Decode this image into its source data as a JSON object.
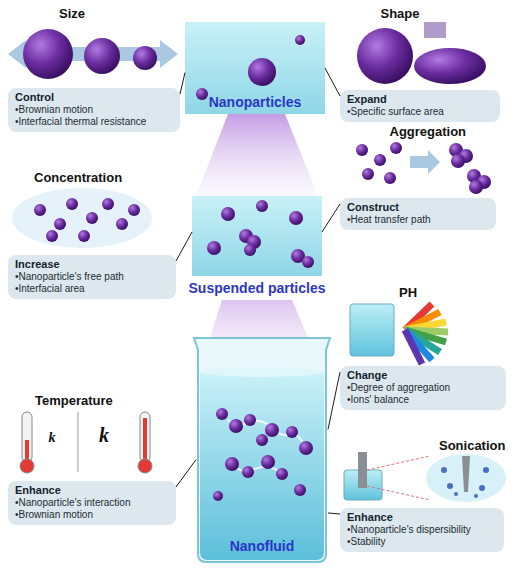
{
  "diagram": {
    "nodes": [
      {
        "text": [
          "Control",
          "•Brownian motion",
          "•Interfacial thermal resistance"
        ]
      },
      {
        "text": [
          "Nanoparticles"
        ]
      },
      {
        "text": [
          "Expand",
          "•Specific surface area"
        ]
      },
      {
        "text": [
          "Increase",
          "•Nanoparticle's free path",
          "•Interfacial area"
        ]
      },
      {
        "text": [
          "Suspended particles"
        ]
      },
      {
        "text": [
          "Construct",
          "•Heat transfer path"
        ]
      },
      {
        "text": [
          "Change",
          "•Degree of aggregation",
          "•Ions' balance"
        ]
      },
      {
        "text": [
          "Enhance",
          "•Nanoparticle's interaction",
          "•Brownian motion"
        ]
      },
      {
        "text": [
          "Nanofluid"
        ]
      },
      {
        "text": [
          "Enhance",
          "•Nanoparticle's dispersibility",
          "•Stability"
        ]
      }
    ],
    "edges": [
      {
        "from": 0,
        "to": 1,
        "arrow": "none"
      },
      {
        "from": 2,
        "to": 1,
        "arrow": "none"
      },
      {
        "from": 3,
        "to": 4,
        "arrow": "none"
      },
      {
        "from": 5,
        "to": 4,
        "arrow": "none"
      },
      {
        "from": 6,
        "to": 8,
        "arrow": "none"
      },
      {
        "from": 7,
        "to": 8,
        "arrow": "none"
      },
      {
        "from": 9,
        "to": 8,
        "arrow": "none"
      }
    ],
    "labels": [
      "Size",
      "Shape",
      "Aggregation",
      "Concentration",
      "PH",
      "Temperature",
      "Sonication",
      "k",
      "k"
    ]
  }
}
